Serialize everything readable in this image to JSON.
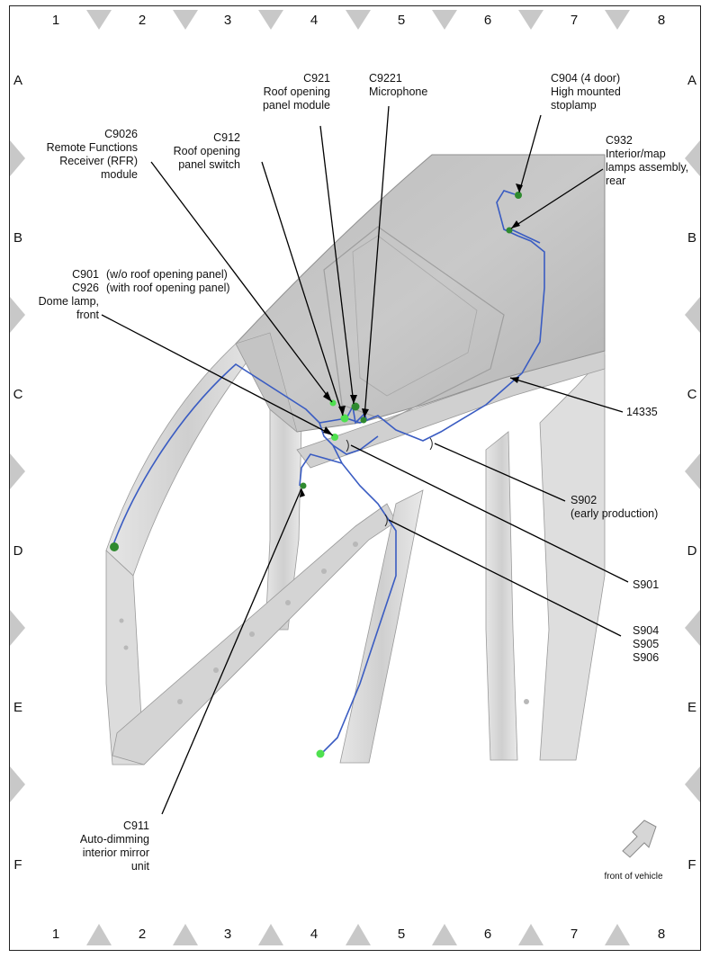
{
  "grid": {
    "columns": [
      "1",
      "2",
      "3",
      "4",
      "5",
      "6",
      "7",
      "8"
    ],
    "rows": [
      "A",
      "B",
      "C",
      "D",
      "E",
      "F"
    ]
  },
  "labels": {
    "c9026": [
      "C9026",
      "Remote Functions",
      "Receiver (RFR)",
      "module"
    ],
    "c912": [
      "C912",
      "Roof opening",
      "panel switch"
    ],
    "c921": [
      "C921",
      "Roof opening",
      "panel module"
    ],
    "c9221": [
      "C9221",
      "Microphone"
    ],
    "c904": [
      "C904 (4 door)",
      "High mounted",
      "stoplamp"
    ],
    "c932": [
      "C932",
      "Interior/map",
      "lamps assembly,",
      "rear"
    ],
    "c901": [
      "C901",
      "C926",
      "Dome lamp,",
      "front"
    ],
    "c901_note": [
      "(w/o roof opening panel)",
      "(with roof opening panel)"
    ],
    "p14335": [
      "14335"
    ],
    "s902": [
      "S902",
      "(early production)"
    ],
    "s901": [
      "S901"
    ],
    "s904": [
      "S904",
      "S905",
      "S906"
    ],
    "c911": [
      "C911",
      "Auto-dimming",
      "interior mirror",
      "unit"
    ],
    "front": [
      "front of vehicle"
    ]
  },
  "colors": {
    "harness": "#3a5cc2",
    "connector_light": "#4fe04f",
    "connector_dark": "#2f8a2f",
    "grid_marker": "#c8c8c8",
    "body_panel": "#d9d9d9"
  }
}
